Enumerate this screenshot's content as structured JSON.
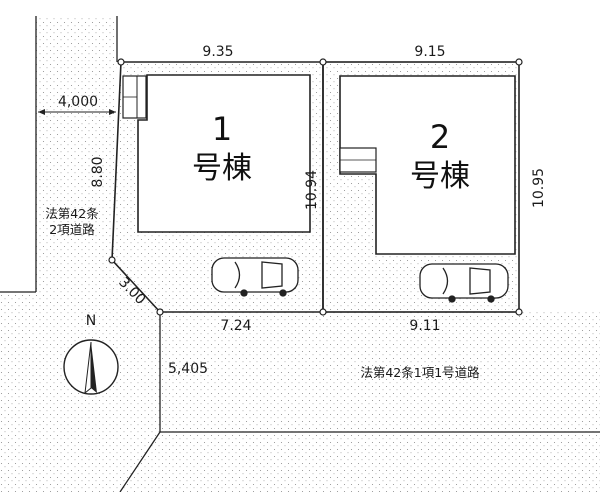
{
  "lots": {
    "lot1": {
      "number": "1",
      "name": "号棟"
    },
    "lot2": {
      "number": "2",
      "name": "号棟"
    }
  },
  "dimensions": {
    "top_lot1": "9.35",
    "top_lot2": "9.15",
    "road_width": "4,000",
    "left_side": "8.80",
    "corner_cut": "3.00",
    "shared_boundary": "10.94",
    "right_side": "10.95",
    "bottom_lot1": "7.24",
    "bottom_lot2": "9.11",
    "road_width_bottom": "5,405"
  },
  "roads": {
    "side_road": [
      "法第42条",
      "2項道路"
    ],
    "front_road": "法第42条1項1号道路"
  },
  "compass": {
    "label": "N"
  }
}
